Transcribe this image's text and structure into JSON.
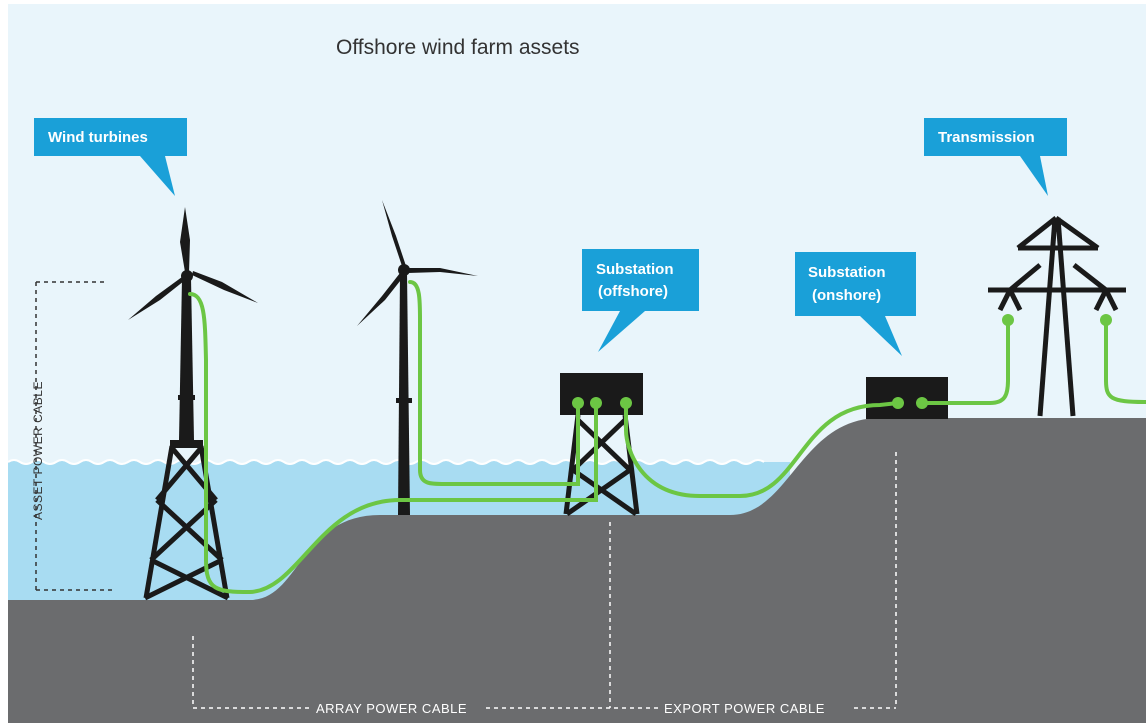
{
  "title": "Offshore wind farm assets",
  "callouts": {
    "wind_turbines": "Wind turbines",
    "substation_offshore_line1": "Substation",
    "substation_offshore_line2": "(offshore)",
    "substation_onshore_line1": "Substation",
    "substation_onshore_line2": "(onshore)",
    "transmission": "Transmission"
  },
  "cable_labels": {
    "asset": "ASSET POWER CABLE",
    "array": "ARRAY POWER CABLE",
    "export": "EXPORT POWER CABLE"
  },
  "colors": {
    "sky": "#e9f5fb",
    "sea": "#a8dcf2",
    "seabed": "#6b6c6e",
    "callout": "#1aa0d8",
    "cable": "#6cc644",
    "structure": "#1a1a1a"
  }
}
